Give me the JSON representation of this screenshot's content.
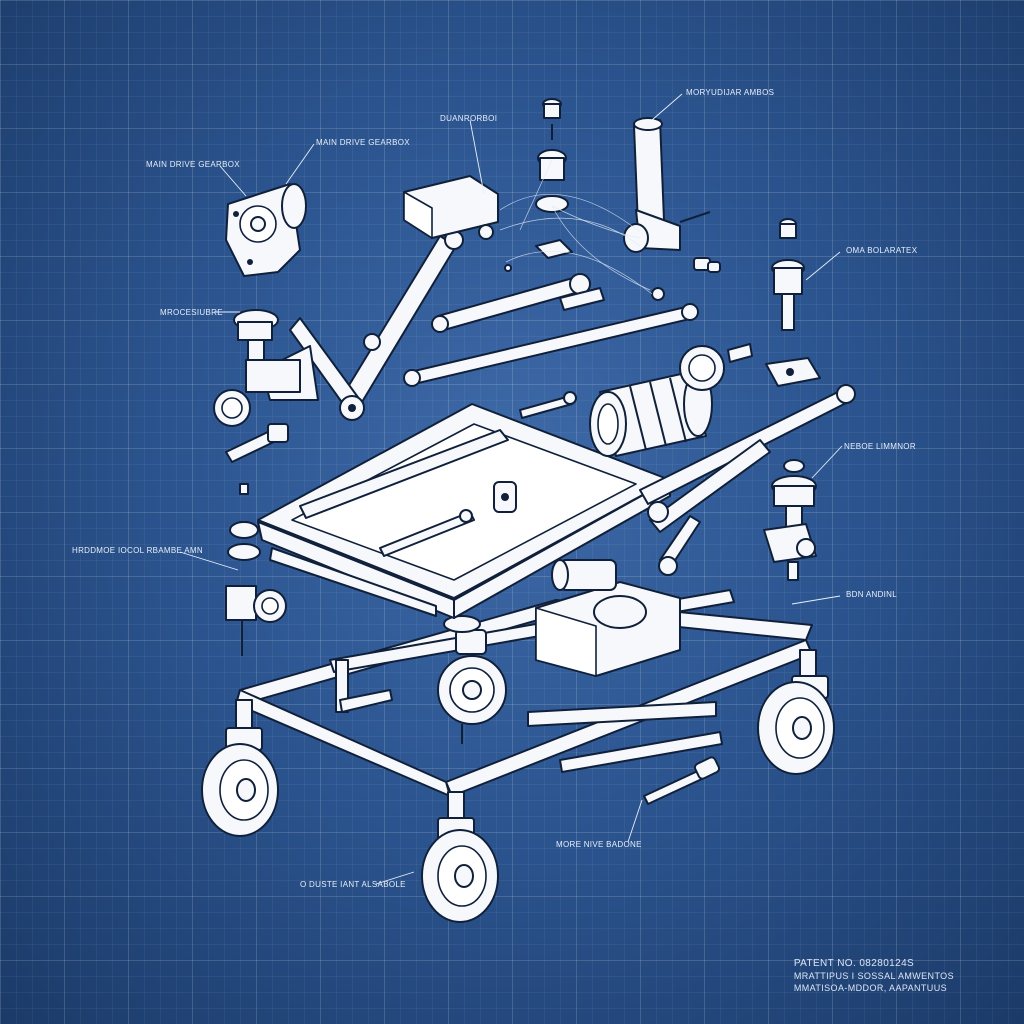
{
  "labels": {
    "main_drive_gearbox": "MAIN DRIVE GEARBOX",
    "top_center": "DUANRORBOI",
    "top_right": "MORYUDIJAR AMBOS",
    "left_mid": "MROCESIUBRE",
    "right_upper": "OMA BOLARATEX",
    "right_mid": "NEBOE LIMMNOR",
    "left_lower": "HRDDMOE IOCOL RBAMBE AMN",
    "right_lower": "BDN ANDINL",
    "bottom_mid": "MORE NIVE BADONE",
    "bottom_left": "O DUSTE IANT ALSABOLE"
  },
  "patent": {
    "number": "PATENT NO. 08280124S",
    "line1": "MRATTIPUS I SOSSAL AMWENTOS",
    "line2": "MMATISOA-MDDOR, AAPANTUUS"
  },
  "colors": {
    "background": "#2c5590",
    "line": "#ffffff",
    "ink": "#10203a"
  }
}
